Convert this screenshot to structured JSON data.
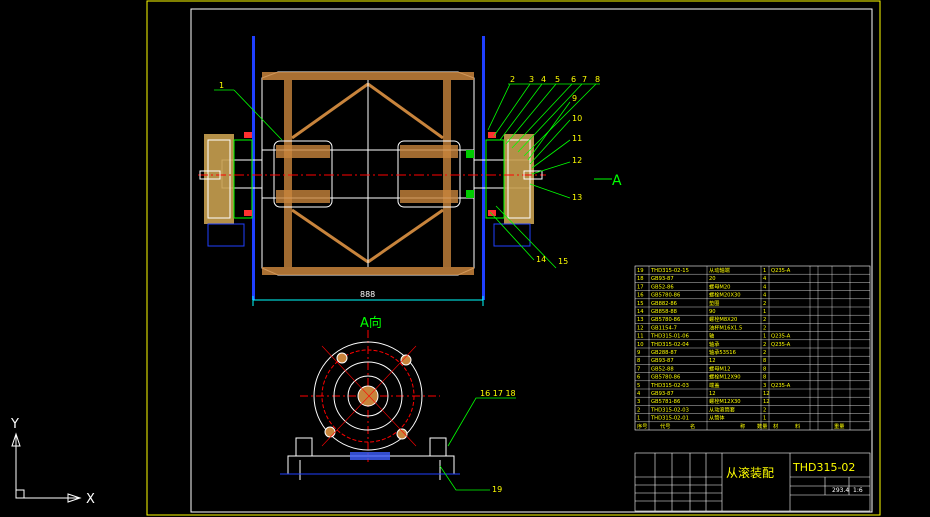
{
  "ucs": {
    "y": "Y",
    "x": "X"
  },
  "dimension": {
    "width": "888"
  },
  "view_label": "A向",
  "section_marker": "A",
  "balloons": [
    "1",
    "2",
    "3",
    "4",
    "5",
    "6",
    "7",
    "8",
    "9",
    "10",
    "11",
    "12",
    "13",
    "14",
    "15",
    "16 17 18",
    "19"
  ],
  "bom": {
    "rows": [
      [
        "19",
        "THD315-02-15",
        "从动轴端",
        "1",
        "Q235-A",
        "",
        ""
      ],
      [
        "18",
        "GB93-87",
        "20",
        "4",
        "",
        "",
        ""
      ],
      [
        "17",
        "GB52-86",
        "螺母M20",
        "4",
        "",
        "",
        ""
      ],
      [
        "16",
        "GB5780-86",
        "螺栓M20X30",
        "4",
        "",
        "",
        ""
      ],
      [
        "15",
        "GB882-86",
        "垫圈",
        "2",
        "",
        "",
        ""
      ],
      [
        "14",
        "GB858-88",
        "90",
        "1",
        "",
        "",
        ""
      ],
      [
        "13",
        "GB5780-86",
        "螺栓M8X20",
        "2",
        "",
        "",
        ""
      ],
      [
        "12",
        "GB1154-7",
        "油杯M16X1.5",
        "2",
        "",
        "",
        ""
      ],
      [
        "11",
        "THD315-01-06",
        "轴",
        "1",
        "Q235-A",
        "",
        ""
      ],
      [
        "10",
        "THD315-02-04",
        "轴承",
        "2",
        "Q235-A",
        "",
        ""
      ],
      [
        "9",
        "GB288-87",
        "轴承53516",
        "2",
        "",
        "",
        ""
      ],
      [
        "8",
        "GB93-87",
        "12",
        "8",
        "",
        "",
        ""
      ],
      [
        "7",
        "GB52-88",
        "螺母M12",
        "8",
        "",
        "",
        ""
      ],
      [
        "6",
        "GB5780-86",
        "螺栓M12X90",
        "8",
        "",
        "",
        ""
      ],
      [
        "5",
        "THD315-02-03",
        "端盖",
        "3",
        "Q235-A",
        "",
        ""
      ],
      [
        "4",
        "GB93-87",
        "12",
        "12",
        "",
        "",
        ""
      ],
      [
        "3",
        "GB5781-86",
        "螺栓M12X30",
        "12",
        "",
        "",
        ""
      ],
      [
        "2",
        "THD315-02-03",
        "从动滚筒套",
        "2",
        "",
        "",
        ""
      ],
      [
        "1",
        "THD315-02-01",
        "从筒体",
        "1",
        "",
        "",
        ""
      ]
    ],
    "headers": [
      "序号",
      "代号",
      "名",
      "称",
      "数量",
      "材",
      "料",
      "重量"
    ],
    "title_block": {
      "drawing_name": "从滚装配",
      "drawing_number": "THD315-02",
      "weight": "293.4",
      "scale": "1:6"
    }
  }
}
